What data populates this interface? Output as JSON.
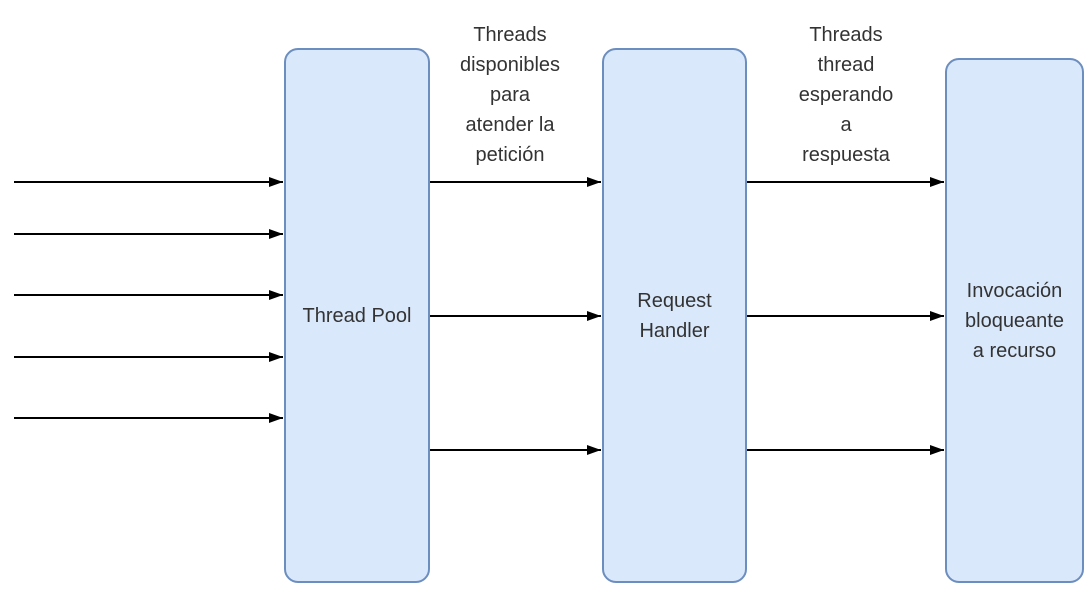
{
  "diagram": {
    "nodes": [
      {
        "id": "thread-pool",
        "label": "Thread Pool"
      },
      {
        "id": "request-handler",
        "label": "Request\nHandler"
      },
      {
        "id": "blocking-invocation",
        "label": "Invocación\nbloqueante\na recurso"
      }
    ],
    "edge_labels": [
      {
        "id": "threads-available",
        "text": "Threads\ndisponibles\npara\natender la\npetición"
      },
      {
        "id": "threads-waiting",
        "text": "Threads\nthread\nesperando\na\nrespuesta"
      }
    ],
    "arrows": {
      "incoming_to_thread_pool": 5,
      "thread_pool_to_request_handler": 3,
      "request_handler_to_resource": 3
    },
    "colors": {
      "node_fill": "#dae8fc",
      "node_border": "#6c8ebf",
      "arrow": "#000000",
      "text": "#333333",
      "background": "#ffffff"
    }
  }
}
